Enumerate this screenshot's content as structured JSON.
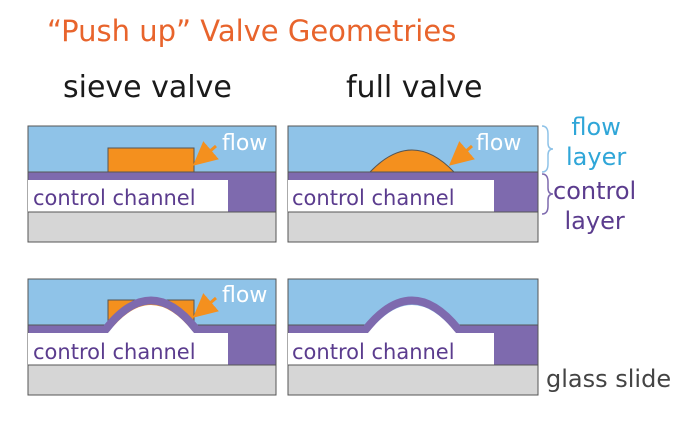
{
  "title": "“Push up” Valve Geometries",
  "headings": {
    "left": "sieve valve",
    "right": "full valve"
  },
  "labels": {
    "flow": "flow",
    "control_channel": "control channel",
    "flow_layer_line1": "flow",
    "flow_layer_line2": "layer",
    "control_layer_line1": "control",
    "control_layer_line2": "layer",
    "glass_slide": "glass slide"
  },
  "colors": {
    "title": "#e8642c",
    "flow_layer": "#8fc3e8",
    "control_layer": "#7e6aae",
    "control_text": "#5b3c8e",
    "flow_text": "#2fa6d8",
    "glass": "#d6d6d6",
    "valve": "#f4901e",
    "outline": "#555555"
  }
}
